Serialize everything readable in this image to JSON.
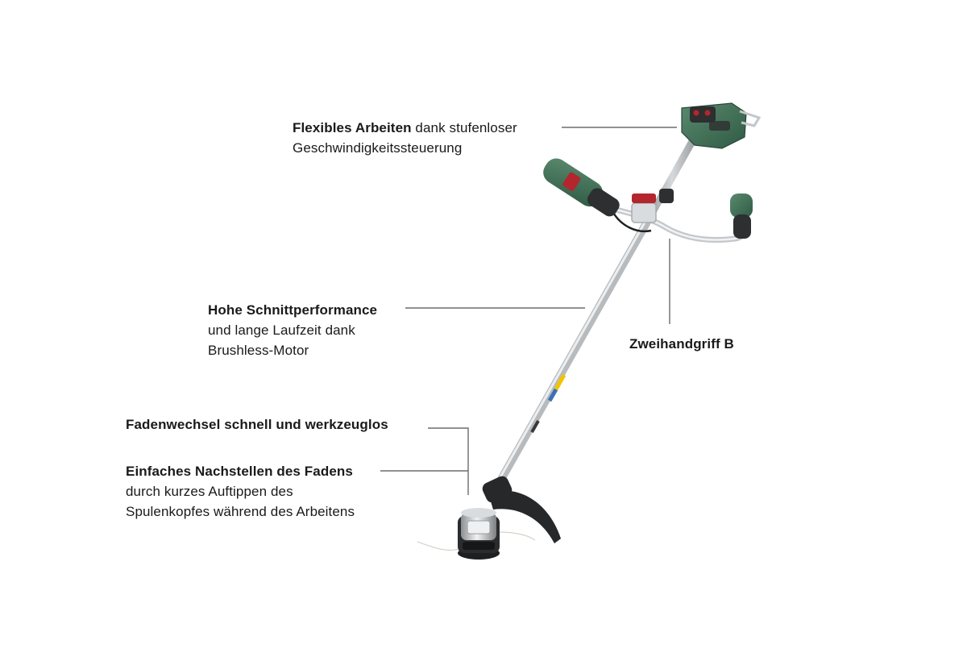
{
  "callouts": {
    "flexible": {
      "bold": "Flexibles Arbeiten",
      "rest": " dank stufenloser",
      "line2": "Geschwindigkeitssteuerung"
    },
    "performance": {
      "bold": "Hohe Schnittperformance",
      "line2": "und lange Laufzeit dank",
      "line3": "Brushless-Motor"
    },
    "twohand": {
      "bold": "Zweihandgriff B"
    },
    "linechange": {
      "bold": "Fadenwechsel schnell und werkzeuglos"
    },
    "adjust": {
      "bold": "Einfaches Nachstellen des Fadens",
      "line2": "durch kurzes Auftippen des",
      "line3": "Spulenkopfes während des Arbeitens"
    }
  },
  "colors": {
    "housing_green": "#3f7157",
    "housing_dark": "#2d2f30",
    "shaft": "#c9ccce",
    "accent_red": "#b3262e",
    "leader_line": "#6d6d6d",
    "text": "#1a1a1a"
  }
}
